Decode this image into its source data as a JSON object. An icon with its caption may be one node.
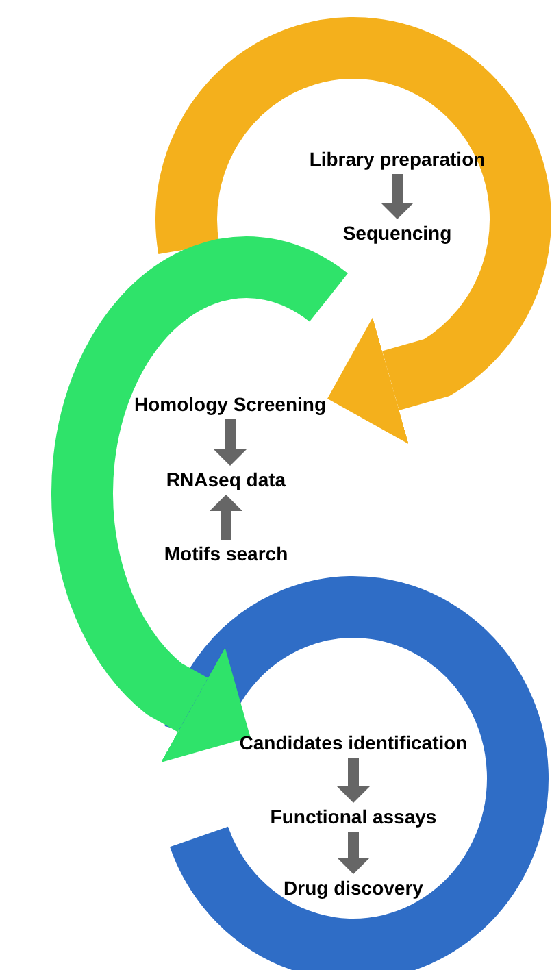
{
  "diagram": {
    "nodes": [
      {
        "text": [
          "Library preparation"
        ]
      },
      {
        "text": [
          "Sequencing"
        ]
      },
      {
        "text": [
          "Homology Screening"
        ]
      },
      {
        "text": [
          "RNAseq data"
        ]
      },
      {
        "text": [
          "Motifs search"
        ]
      },
      {
        "text": [
          "Candidates identification"
        ]
      },
      {
        "text": [
          "Functional assays"
        ]
      },
      {
        "text": [
          "Drug discovery"
        ]
      }
    ],
    "edges": [
      {
        "from": null,
        "to": 2,
        "arrow": "to",
        "style": "thick",
        "color": "#f4b01c"
      },
      {
        "from": null,
        "to": 5,
        "arrow": "to",
        "style": "thick",
        "color": "#2fe36a"
      },
      {
        "from": 0,
        "to": 1,
        "arrow": "to"
      },
      {
        "from": 2,
        "to": 3,
        "arrow": "to"
      },
      {
        "from": 4,
        "to": 3,
        "arrow": "to"
      },
      {
        "from": 5,
        "to": 6,
        "arrow": "to"
      },
      {
        "from": 6,
        "to": 7,
        "arrow": "to"
      }
    ]
  }
}
